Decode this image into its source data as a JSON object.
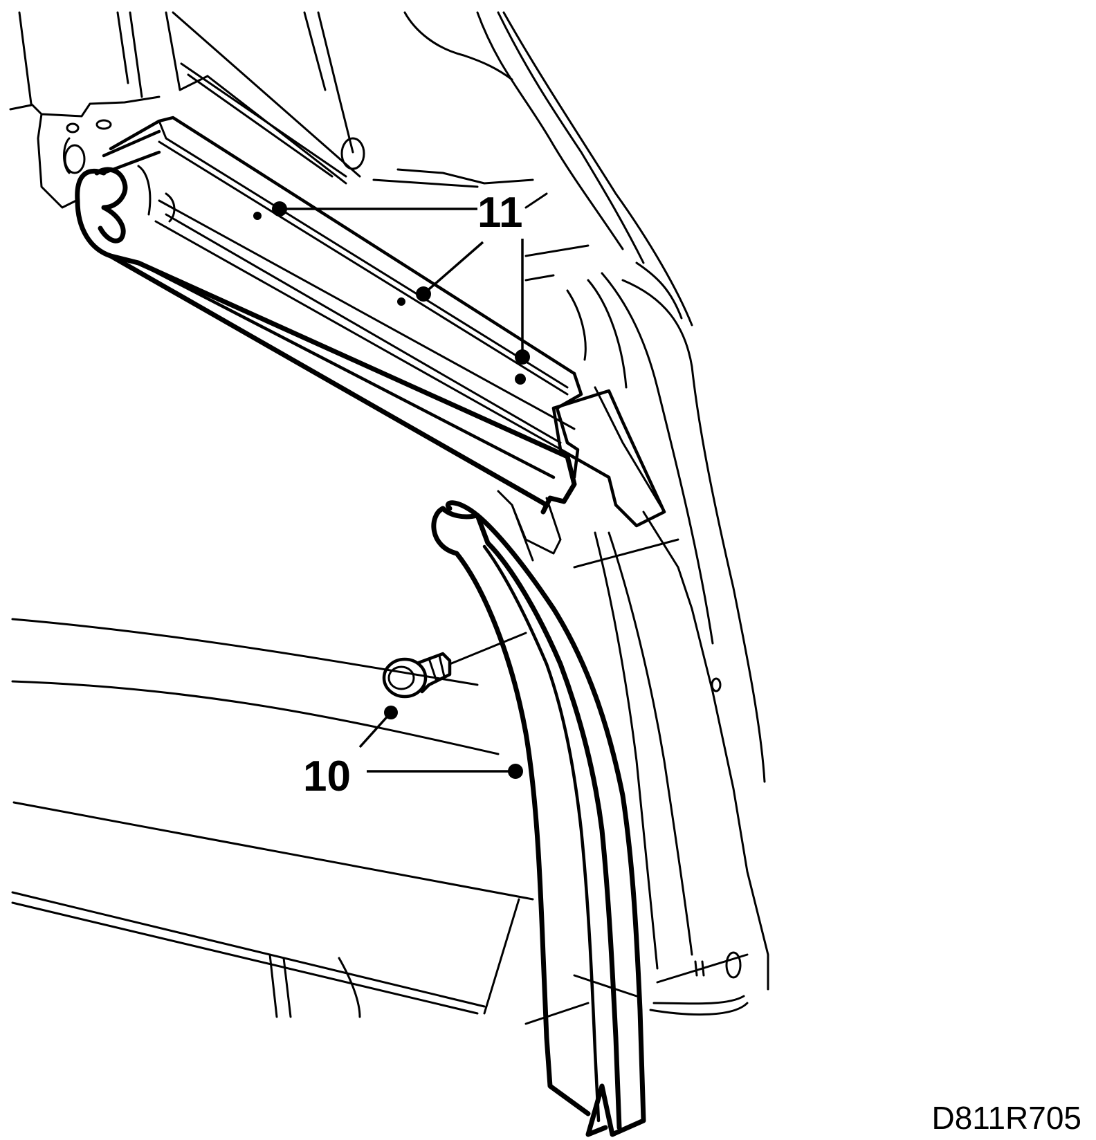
{
  "callouts": [
    {
      "id": "10",
      "label": "10"
    },
    {
      "id": "11",
      "label": "11"
    }
  ],
  "figure_id": "D811R705"
}
